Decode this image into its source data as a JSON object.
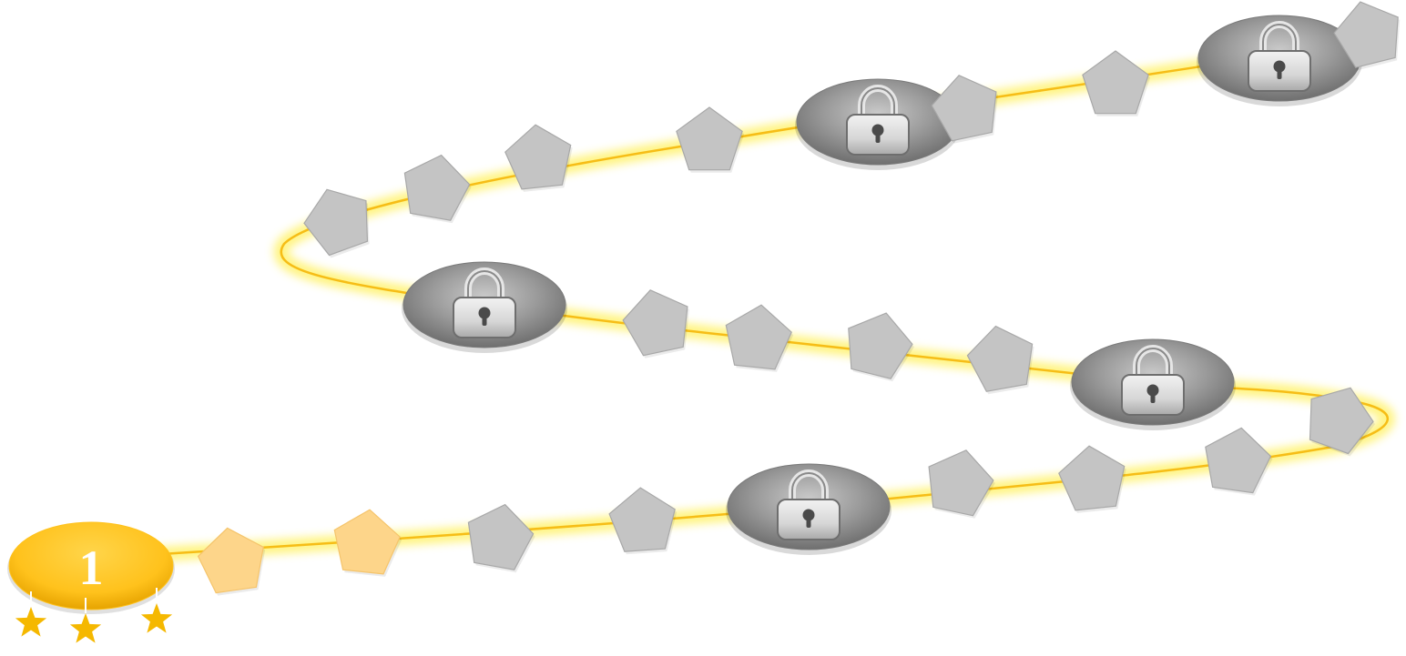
{
  "level_map": {
    "current_level": {
      "label": "1",
      "stars_earned": 3,
      "stars_total": 3
    },
    "colors": {
      "path_line": "#f6bd16",
      "path_glow": "#fff26a",
      "current_level_fill": "#ffc21c",
      "star": "#f5b800",
      "unlocked_step": "#fdd58a",
      "locked_step": "#c4c4c4",
      "locked_step_border": "#a8a8a8",
      "lock_disc": "#8e8e8e"
    },
    "nodes": [
      {
        "kind": "current-level",
        "state": "unlocked"
      },
      {
        "kind": "step",
        "state": "unlocked"
      },
      {
        "kind": "step",
        "state": "unlocked"
      },
      {
        "kind": "step",
        "state": "locked"
      },
      {
        "kind": "step",
        "state": "locked"
      },
      {
        "kind": "checkpoint",
        "state": "locked",
        "icon": "padlock-icon"
      },
      {
        "kind": "step",
        "state": "locked"
      },
      {
        "kind": "step",
        "state": "locked"
      },
      {
        "kind": "step",
        "state": "locked"
      },
      {
        "kind": "step",
        "state": "locked"
      },
      {
        "kind": "checkpoint",
        "state": "locked",
        "icon": "padlock-icon"
      },
      {
        "kind": "step",
        "state": "locked"
      },
      {
        "kind": "step",
        "state": "locked"
      },
      {
        "kind": "step",
        "state": "locked"
      },
      {
        "kind": "step",
        "state": "locked"
      },
      {
        "kind": "checkpoint",
        "state": "locked",
        "icon": "padlock-icon"
      },
      {
        "kind": "step",
        "state": "locked"
      },
      {
        "kind": "step",
        "state": "locked"
      },
      {
        "kind": "step",
        "state": "locked"
      },
      {
        "kind": "step",
        "state": "locked"
      },
      {
        "kind": "checkpoint",
        "state": "locked",
        "icon": "padlock-icon"
      },
      {
        "kind": "step",
        "state": "locked"
      },
      {
        "kind": "step",
        "state": "locked"
      },
      {
        "kind": "checkpoint",
        "state": "locked",
        "icon": "padlock-icon"
      },
      {
        "kind": "step",
        "state": "locked"
      },
      {
        "kind": "step",
        "state": "locked"
      }
    ]
  }
}
